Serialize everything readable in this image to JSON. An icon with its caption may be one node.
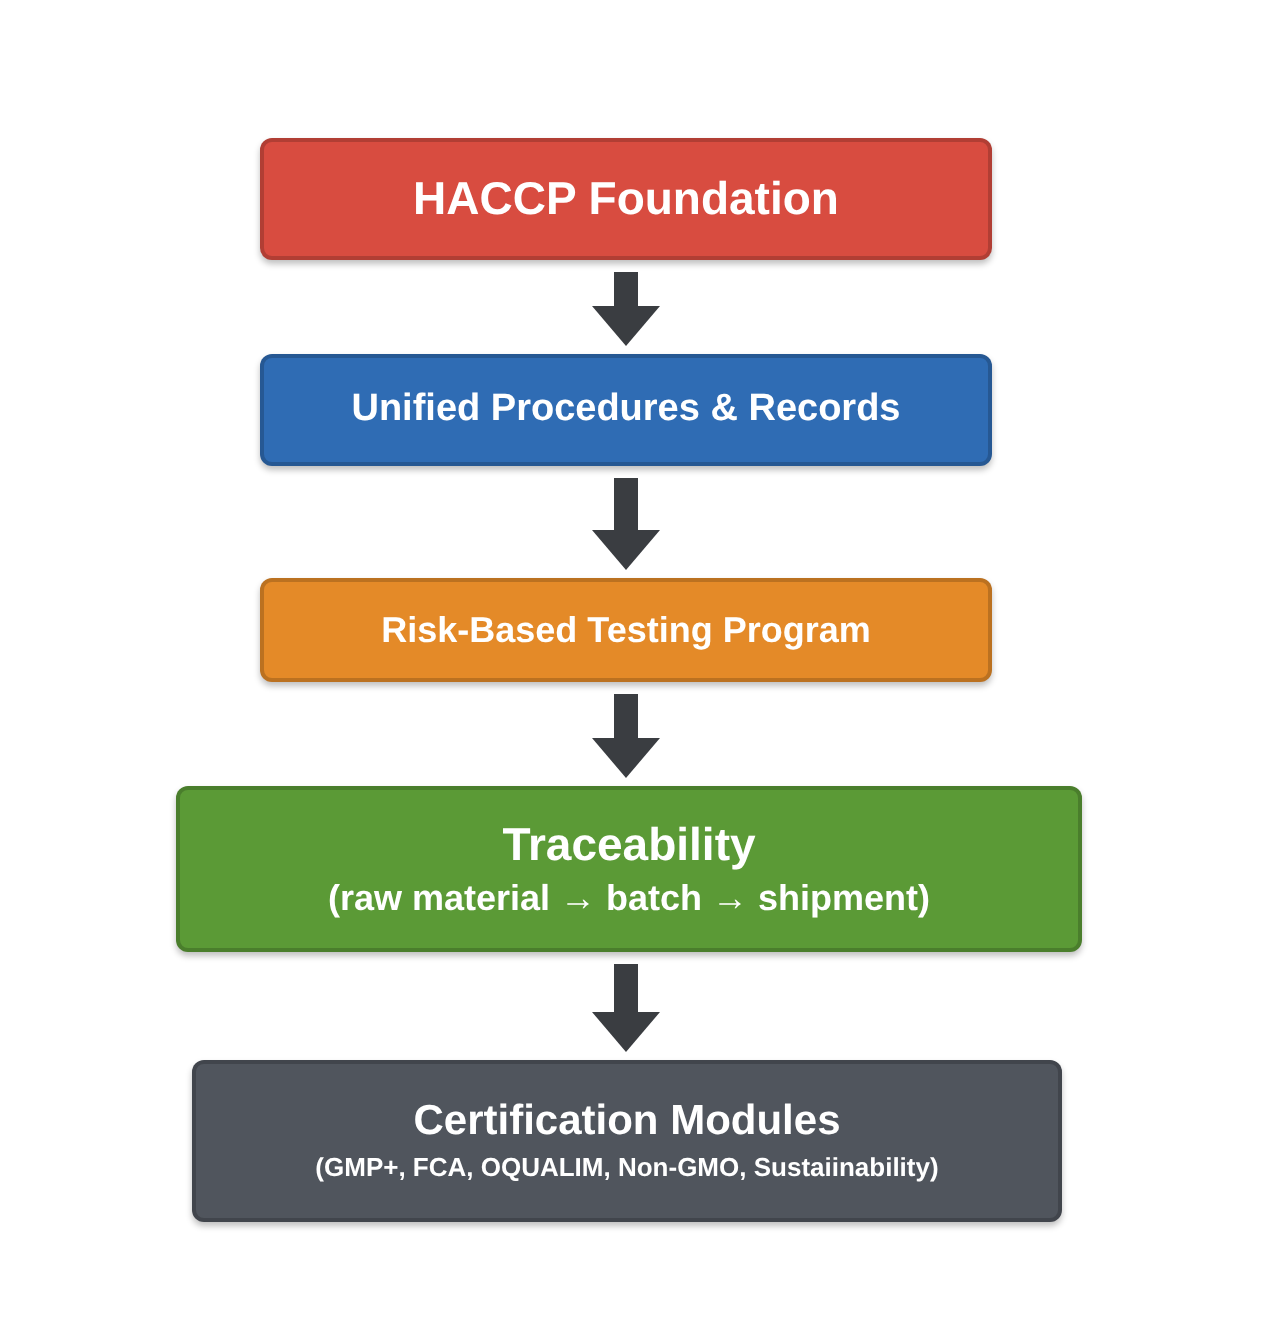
{
  "diagram": {
    "nodes": [
      {
        "text": [
          "HACCP Foundation"
        ]
      },
      {
        "text": [
          "Unified Procedures & Records"
        ]
      },
      {
        "text": [
          "Risk-Based Testing Program"
        ]
      },
      {
        "text": [
          "Traceability",
          "(raw material → batch → shipment)"
        ]
      },
      {
        "text": [
          "Certification Modules",
          "(GMP+, FCA, OQUALIM, Non-GMO, Sustaiinability)"
        ]
      }
    ],
    "edges": [
      {
        "from": 0,
        "to": 1,
        "arrow": "to"
      },
      {
        "from": 1,
        "to": 2,
        "arrow": "to"
      },
      {
        "from": 2,
        "to": 3,
        "arrow": "to"
      },
      {
        "from": 3,
        "to": 4,
        "arrow": "to"
      }
    ]
  }
}
